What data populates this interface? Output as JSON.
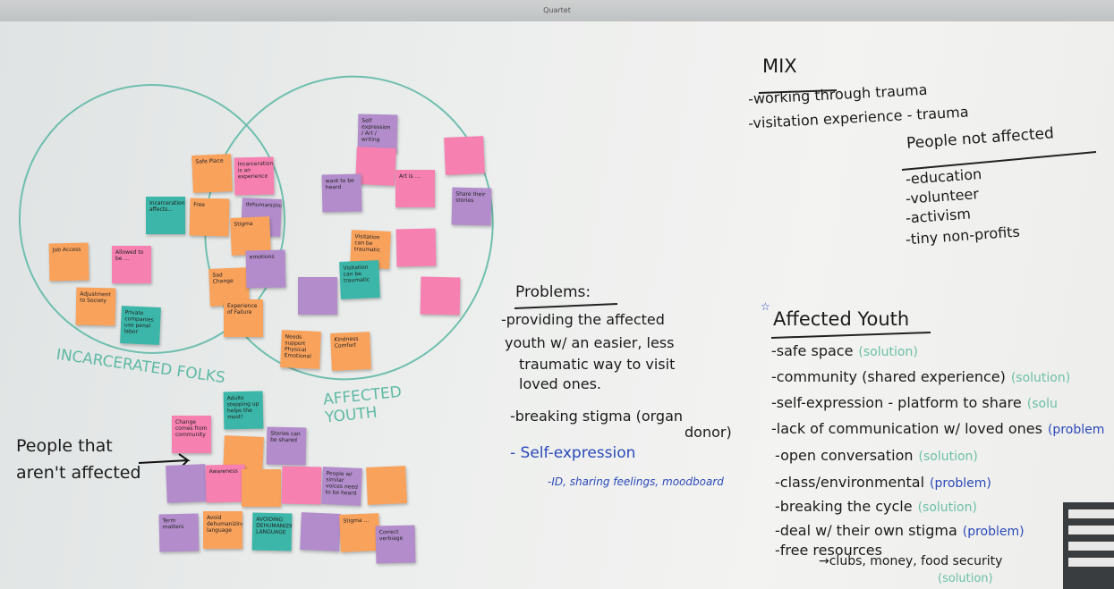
{
  "frame": {
    "brand": "Quartet"
  },
  "venn": {
    "left_label": "INCARCERATED FOLKS",
    "right_label": "AFFECTED YOUTH",
    "outside_label": "People that aren't affected",
    "circle_color": "#5fb9a4"
  },
  "sticky_colors": {
    "orange": "#f9a25c",
    "pink": "#f680b0",
    "teal": "#3bb6a8",
    "purple": "#b28ccb"
  },
  "notes": [
    {
      "color": "orange",
      "text": "Safe Place"
    },
    {
      "color": "pink",
      "text": "Incarceration is an experience"
    },
    {
      "color": "teal",
      "text": "Incarceration affects..."
    },
    {
      "color": "orange",
      "text": "Free"
    },
    {
      "color": "purple",
      "text": "dehumanizing"
    },
    {
      "color": "orange",
      "text": "Stigma"
    },
    {
      "color": "orange",
      "text": "Job Access"
    },
    {
      "color": "pink",
      "text": "Allowed to be ..."
    },
    {
      "color": "orange",
      "text": "Adjustment to Society"
    },
    {
      "color": "teal",
      "text": "Private companies use penal labor"
    },
    {
      "color": "orange",
      "text": "Sad Change"
    },
    {
      "color": "purple",
      "text": "emotions"
    },
    {
      "color": "orange",
      "text": "Experience of Failure"
    },
    {
      "color": "purple",
      "text": "Self expression / Art / writing"
    },
    {
      "color": "pink",
      "text": ""
    },
    {
      "color": "pink",
      "text": ""
    },
    {
      "color": "purple",
      "text": "want to be heard"
    },
    {
      "color": "pink",
      "text": "Art is ..."
    },
    {
      "color": "purple",
      "text": "Share their stories"
    },
    {
      "color": "orange",
      "text": "Visitation can be traumatic"
    },
    {
      "color": "teal",
      "text": "Visitation can be traumatic"
    },
    {
      "color": "pink",
      "text": ""
    },
    {
      "color": "purple",
      "text": ""
    },
    {
      "color": "pink",
      "text": ""
    },
    {
      "color": "orange",
      "text": "Needs support Physical Emotional"
    },
    {
      "color": "orange",
      "text": "Kindness Comfort"
    },
    {
      "color": "teal",
      "text": "Adults stepping up helps the most!"
    },
    {
      "color": "pink",
      "text": "Change comes from community"
    },
    {
      "color": "purple",
      "text": "Stories can be shared"
    },
    {
      "color": "orange",
      "text": ""
    },
    {
      "color": "purple",
      "text": ""
    },
    {
      "color": "pink",
      "text": "Awareness"
    },
    {
      "color": "orange",
      "text": ""
    },
    {
      "color": "pink",
      "text": ""
    },
    {
      "color": "purple",
      "text": "People w/ similar voices need to be heard"
    },
    {
      "color": "orange",
      "text": ""
    },
    {
      "color": "purple",
      "text": "Term matters"
    },
    {
      "color": "orange",
      "text": "Avoid dehumanizing language"
    },
    {
      "color": "teal",
      "text": "AVOIDING DEHUMANIZING LANGUAGE"
    },
    {
      "color": "purple",
      "text": ""
    },
    {
      "color": "orange",
      "text": "Stigma ..."
    },
    {
      "color": "purple",
      "text": "Correct verbiage"
    }
  ],
  "mix": {
    "title": "MIX",
    "items": [
      "-working through trauma",
      "-visitation experience - trauma"
    ]
  },
  "not_affected": {
    "title": "People not affected",
    "items": [
      "-education",
      "-volunteer",
      "-activism",
      "-tiny non-profits"
    ]
  },
  "problems": {
    "title": "Problems:",
    "items": [
      "-providing the affected",
      "youth w/ an easier, less",
      "traumatic way to visit",
      "loved ones.",
      "-breaking stigma (organ",
      "donor)"
    ],
    "blue_item": "- Self-expression",
    "blue_sub": "-ID, sharing feelings, moodboard"
  },
  "affected_youth": {
    "title": "Affected Youth",
    "items": [
      {
        "text": "-safe space",
        "tag": "(solution)",
        "tag_color": "green"
      },
      {
        "text": "-community (shared experience)",
        "tag": "(solution)",
        "tag_color": "green"
      },
      {
        "text": "-self-expression - platform to share",
        "tag": "(solu",
        "tag_color": "green"
      },
      {
        "text": "-lack of communication w/ loved ones",
        "tag": "(problem",
        "tag_color": "blue"
      },
      {
        "text": "-open conversation",
        "tag": "(solution)",
        "tag_color": "green"
      },
      {
        "text": "-class/environmental",
        "tag": "(problem)",
        "tag_color": "blue"
      },
      {
        "text": "-breaking the cycle",
        "tag": "(solution)",
        "tag_color": "green"
      },
      {
        "text": "-deal w/ their own stigma",
        "tag": "(problem)",
        "tag_color": "blue"
      },
      {
        "text": "-free resources",
        "tag": "",
        "tag_color": "green"
      }
    ],
    "sub": "→clubs, money, food security",
    "sub_tag": "(solution)"
  }
}
